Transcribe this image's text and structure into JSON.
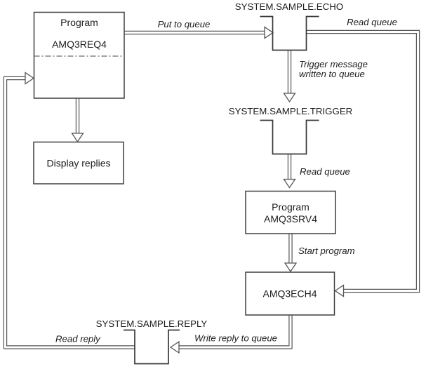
{
  "diagram_type": "flowchart",
  "colors": {
    "background": "#ffffff",
    "line": "#565656",
    "box_border": "#3f3f3f",
    "text": "#1c1c1c"
  },
  "boxes": {
    "requester": {
      "line1": "Program",
      "line2": "AMQ3REQ4"
    },
    "display": {
      "label": "Display replies"
    },
    "server": {
      "line1": "Program",
      "line2": "AMQ3SRV4"
    },
    "echo_program": {
      "label": "AMQ3ECH4"
    }
  },
  "queues": {
    "echo": {
      "label": "SYSTEM.SAMPLE.ECHO"
    },
    "trigger": {
      "label": "SYSTEM.SAMPLE.TRIGGER"
    },
    "reply": {
      "label": "SYSTEM.SAMPLE.REPLY"
    }
  },
  "arrows": {
    "put_to_queue": "Put to queue",
    "read_queue_echo": "Read queue",
    "trigger_message_line1": "Trigger message",
    "trigger_message_line2": "written to queue",
    "read_queue_trigger": "Read queue",
    "start_program": "Start program",
    "write_reply": "Write reply to queue",
    "read_reply": "Read reply"
  }
}
